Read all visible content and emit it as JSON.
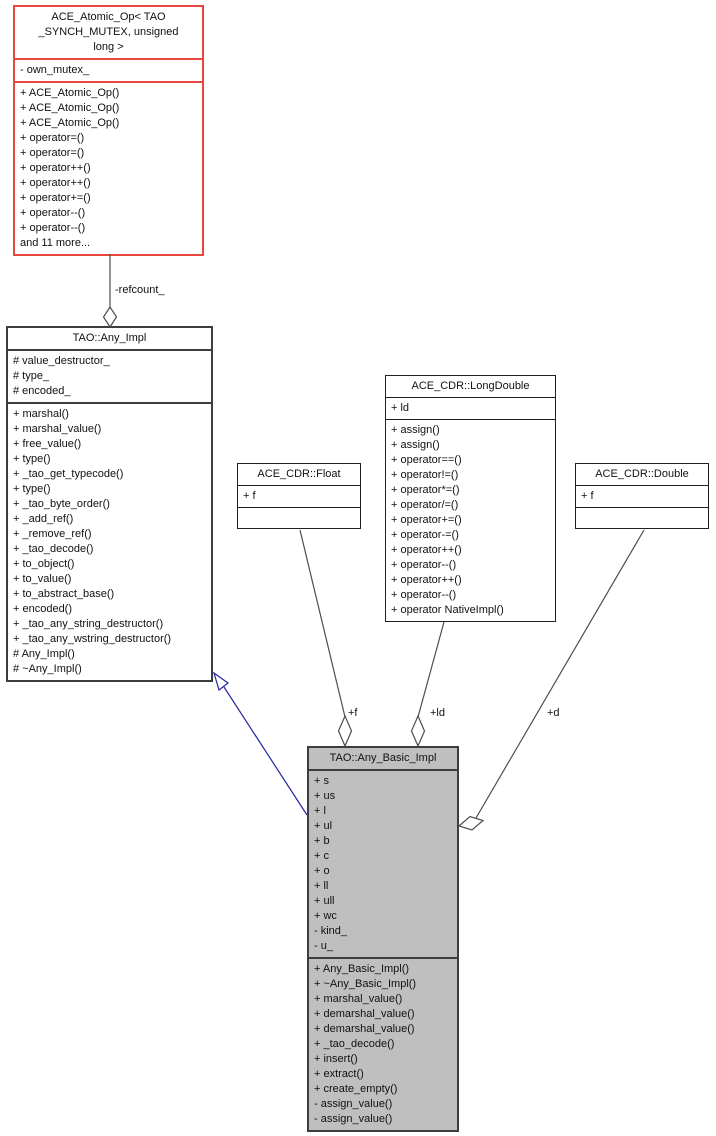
{
  "diagram_type": "uml-class-collaboration-diagram",
  "colors": {
    "canvas_bg": "#ffffff",
    "node_fill": "#ffffff",
    "highlighted_node_fill": "#bfbfbf",
    "node_border": "#1f1f1f",
    "main_node_border": "#3d3d3d",
    "truncated_node_border": "#e8463f",
    "aggregation_edge": "#4d4d4d",
    "inheritance_edge": "#24249f",
    "text": "#111111"
  },
  "classes": {
    "atomic": {
      "name": [
        "ACE_Atomic_Op< TAO",
        "_SYNCH_MUTEX, unsigned",
        "long >"
      ],
      "attributes": [
        "- own_mutex_"
      ],
      "methods": [
        "+ ACE_Atomic_Op()",
        "+ ACE_Atomic_Op()",
        "+ ACE_Atomic_Op()",
        "+ operator=()",
        "+ operator=()",
        "+ operator++()",
        "+ operator++()",
        "+ operator+=()",
        "+ operator--()",
        "+ operator--()",
        "and 11 more..."
      ]
    },
    "any_impl": {
      "name": [
        "TAO::Any_Impl"
      ],
      "attributes": [
        "# value_destructor_",
        "# type_",
        "# encoded_"
      ],
      "methods": [
        "+ marshal()",
        "+ marshal_value()",
        "+ free_value()",
        "+ type()",
        "+ _tao_get_typecode()",
        "+ type()",
        "+ _tao_byte_order()",
        "+ _add_ref()",
        "+ _remove_ref()",
        "+ _tao_decode()",
        "+ to_object()",
        "+ to_value()",
        "+ to_abstract_base()",
        "+ encoded()",
        "+ _tao_any_string_destructor()",
        "+ _tao_any_wstring_destructor()",
        "# Any_Impl()",
        "# ~Any_Impl()"
      ]
    },
    "longdouble": {
      "name": [
        "ACE_CDR::LongDouble"
      ],
      "attributes": [
        "+ ld"
      ],
      "methods": [
        "+ assign()",
        "+ assign()",
        "+ operator==()",
        "+ operator!=()",
        "+ operator*=()",
        "+ operator/=()",
        "+ operator+=()",
        "+ operator-=()",
        "+ operator++()",
        "+ operator--()",
        "+ operator++()",
        "+ operator--()",
        "+ operator NativeImpl()"
      ]
    },
    "float": {
      "name": [
        "ACE_CDR::Float"
      ],
      "attributes": [
        "+ f"
      ],
      "methods": []
    },
    "double": {
      "name": [
        "ACE_CDR::Double"
      ],
      "attributes": [
        "+ f"
      ],
      "methods": []
    },
    "any_basic_impl": {
      "name": [
        "TAO::Any_Basic_Impl"
      ],
      "attributes": [
        "+ s",
        "+ us",
        "+ l",
        "+ ul",
        "+ b",
        "+ c",
        "+ o",
        "+ ll",
        "+ ull",
        "+ wc",
        "- kind_",
        "- u_"
      ],
      "methods": [
        "+ Any_Basic_Impl()",
        "+ ~Any_Basic_Impl()",
        "+ marshal_value()",
        "+ demarshal_value()",
        "+ demarshal_value()",
        "+ _tao_decode()",
        "+ insert()",
        "+ extract()",
        "+ create_empty()",
        "- assign_value()",
        "- assign_value()"
      ]
    }
  },
  "edges": {
    "refcount": {
      "label": "-refcount_",
      "type": "aggregation"
    },
    "f": {
      "label": "+f",
      "type": "aggregation"
    },
    "ld": {
      "label": "+ld",
      "type": "aggregation"
    },
    "d": {
      "label": "+d",
      "type": "aggregation"
    },
    "inheritance": {
      "label": "",
      "type": "generalization"
    }
  }
}
